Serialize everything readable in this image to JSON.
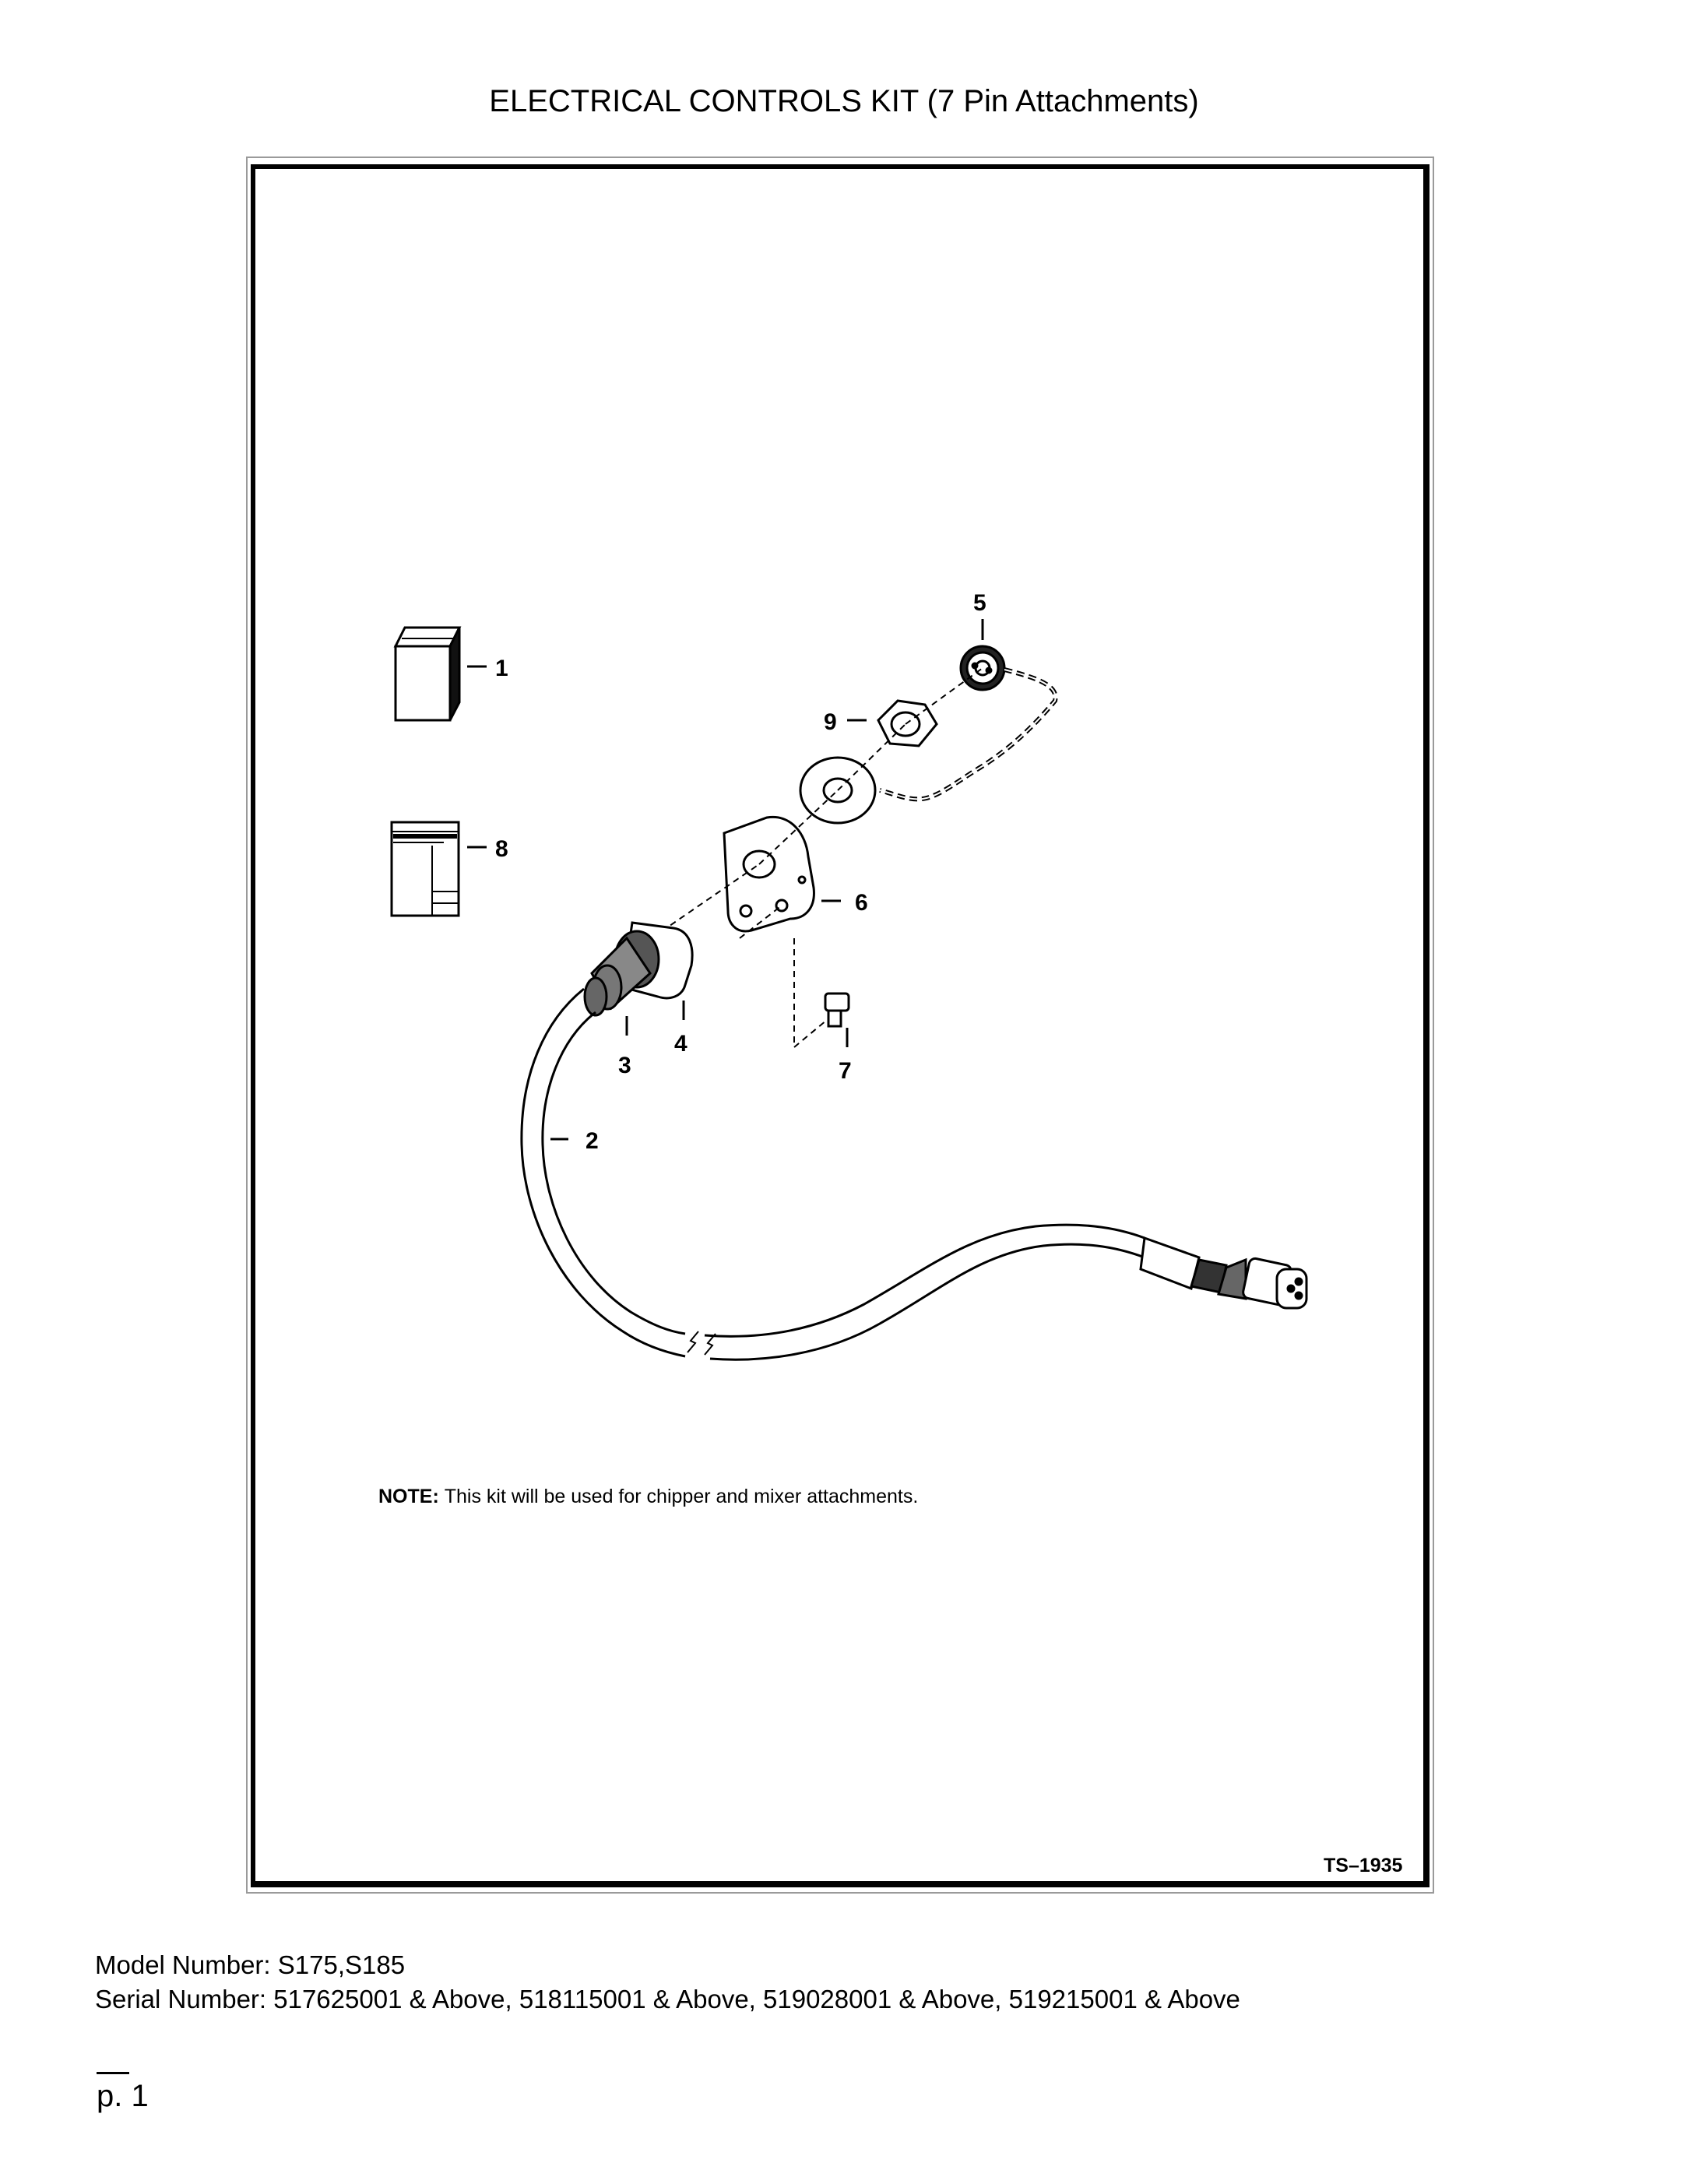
{
  "title": "ELECTRICAL CONTROLS KIT (7 Pin Attachments)",
  "callouts": {
    "c1": "1",
    "c2": "2",
    "c3": "3",
    "c4": "4",
    "c5": "5",
    "c6": "6",
    "c7": "7",
    "c8": "8",
    "c9": "9"
  },
  "note": {
    "label": "NOTE:",
    "text": "This kit will be used for chipper and mixer attachments."
  },
  "drawing_number": "TS–1935",
  "footer": {
    "model_line": "Model Number: S175,S185",
    "serial_line": "Serial Number: 517625001 & Above, 518115001 & Above, 519028001 & Above, 519215001 & Above"
  },
  "page_label": "p. 1"
}
